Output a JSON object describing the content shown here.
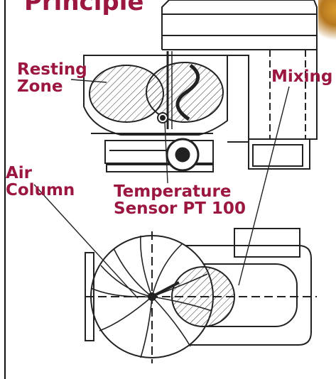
{
  "title": "Principle",
  "labels": {
    "resting_zone": "Resting\nZone",
    "mixing": "Mixing",
    "air_column": "Air\nColumn",
    "temperature_sensor": "Temperature\nSensor PT 100"
  },
  "colors": {
    "label": "#9b1740",
    "line": "#222222"
  }
}
